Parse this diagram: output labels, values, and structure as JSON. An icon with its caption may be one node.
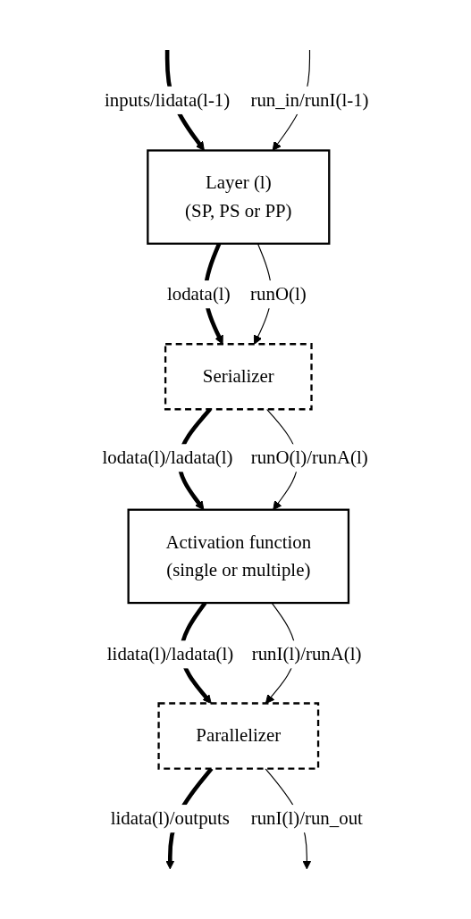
{
  "diagram": {
    "nodes": [
      {
        "text": [
          "Layer (l)",
          "(SP, PS or PP)"
        ]
      },
      {
        "text": [
          "Serializer"
        ]
      },
      {
        "text": [
          "Activation function",
          "(single or multiple)"
        ]
      },
      {
        "text": [
          "Parallelizer"
        ]
      }
    ],
    "edges": [
      {
        "from": null,
        "to": 0,
        "arrow": "to",
        "label": "inputs/lidata(l-1)",
        "style": "thick"
      },
      {
        "from": null,
        "to": 0,
        "arrow": "to",
        "label": "run_in/runI(l-1)"
      },
      {
        "from": 0,
        "to": 1,
        "arrow": "to",
        "label": "lodata(l)",
        "style": "thick"
      },
      {
        "from": 0,
        "to": 1,
        "arrow": "to",
        "label": "runO(l)"
      },
      {
        "from": 1,
        "to": 2,
        "arrow": "to",
        "label": "lodata(l)/ladata(l)",
        "style": "thick"
      },
      {
        "from": 1,
        "to": 2,
        "arrow": "to",
        "label": "runO(l)/runA(l)"
      },
      {
        "from": 2,
        "to": 3,
        "arrow": "to",
        "label": "lidata(l)/ladata(l)",
        "style": "thick"
      },
      {
        "from": 2,
        "to": 3,
        "arrow": "to",
        "label": "runI(l)/runA(l)"
      },
      {
        "from": 3,
        "to": null,
        "arrow": "to",
        "label": "lidata(l)/outputs",
        "style": "thick"
      },
      {
        "from": 3,
        "to": null,
        "arrow": "to",
        "label": "runI(l)/run_out"
      }
    ]
  }
}
